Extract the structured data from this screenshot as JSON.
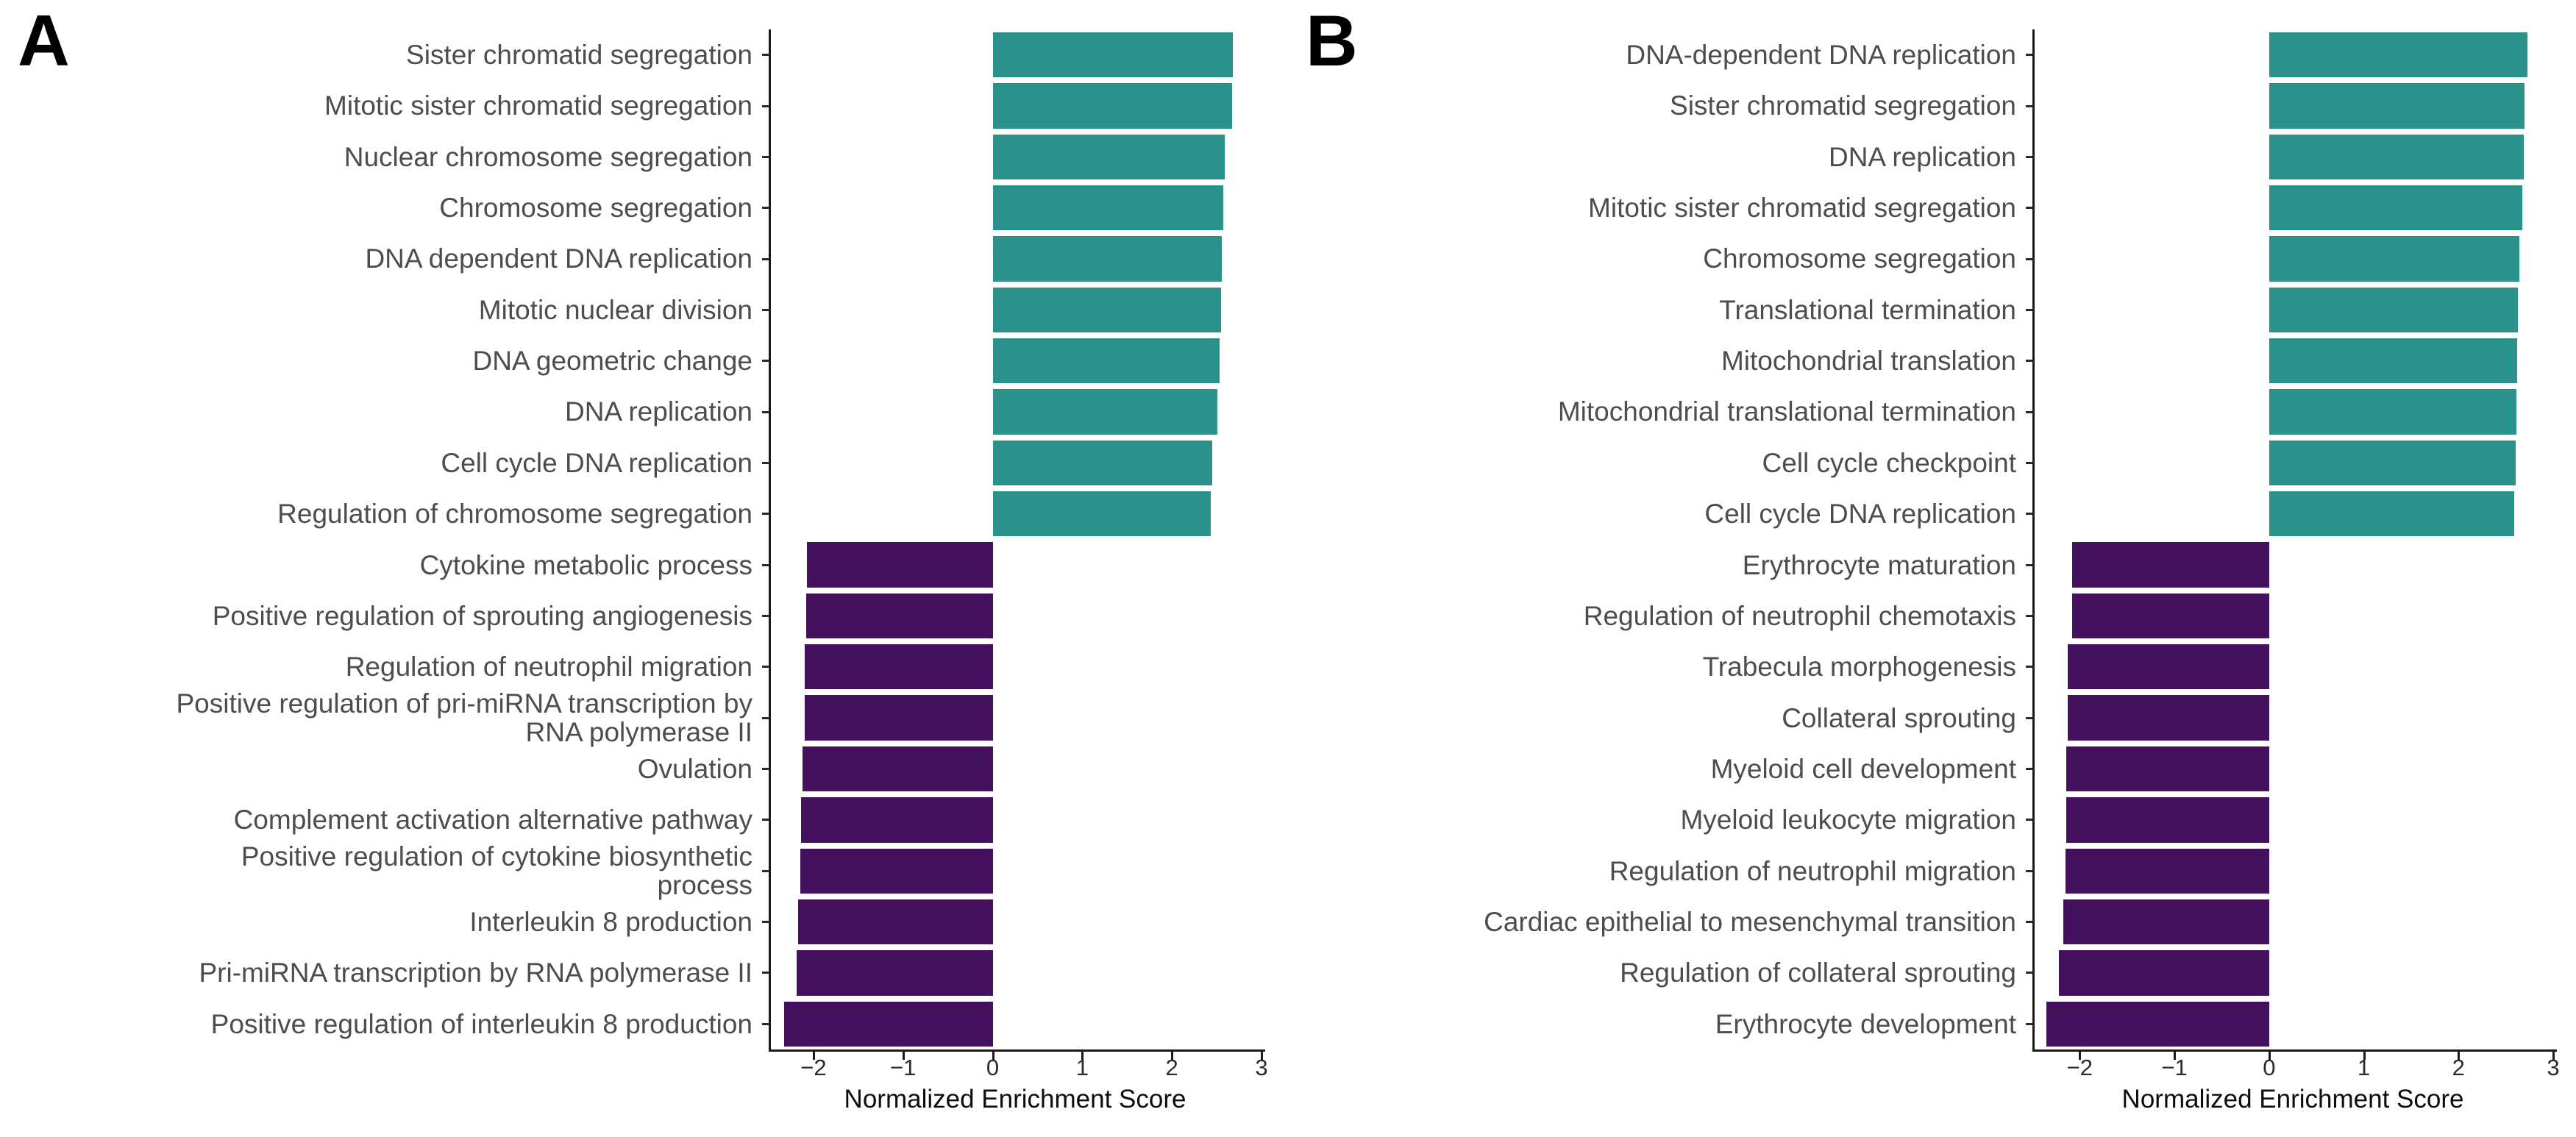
{
  "figure": {
    "background": "#ffffff",
    "axis_color": "#1a1a1a",
    "label_text_color": "#4d4d4d",
    "tick_text_color": "#2b2b2b",
    "positive_bar_color": "#2A928B",
    "negative_bar_color": "#45115F",
    "xtick_labels": [
      "−2",
      "−1",
      "0",
      "1",
      "2",
      "3"
    ]
  },
  "chart_data": [
    {
      "type": "bar",
      "orientation": "horizontal",
      "title": "A",
      "xlabel": "Normalized Enrichment Score",
      "xlim": [
        -2.5,
        3
      ],
      "xticks": [
        -2,
        -1,
        0,
        1,
        2,
        3
      ],
      "grid": false,
      "legend": "none",
      "positive_color": "#2A928B",
      "negative_color": "#45115F",
      "categories": [
        "Sister chromatid segregation",
        "Mitotic sister chromatid segregation",
        "Nuclear chromosome segregation",
        "Chromosome segregation",
        "DNA dependent DNA replication",
        "Mitotic nuclear division",
        "DNA geometric change",
        "DNA replication",
        "Cell cycle DNA replication",
        "Regulation of chromosome segregation",
        "Cytokine metabolic process",
        "Positive regulation of sprouting angiogenesis",
        "Regulation of neutrophil migration",
        "Positive regulation of pri-miRNA transcription by\nRNA polymerase II",
        "Ovulation",
        "Complement activation alternative pathway",
        "Positive regulation of cytokine biosynthetic\nprocess",
        "Interleukin 8 production",
        "Pri-miRNA transcription by RNA polymerase II",
        "Positive regulation of interleukin 8 production"
      ],
      "values": [
        2.68,
        2.67,
        2.59,
        2.57,
        2.56,
        2.55,
        2.53,
        2.51,
        2.45,
        2.43,
        -2.07,
        -2.08,
        -2.1,
        -2.1,
        -2.12,
        -2.14,
        -2.15,
        -2.17,
        -2.19,
        -2.33
      ]
    },
    {
      "type": "bar",
      "orientation": "horizontal",
      "title": "B",
      "xlabel": "Normalized Enrichment Score",
      "xlim": [
        -2.5,
        3
      ],
      "xticks": [
        -2,
        -1,
        0,
        1,
        2,
        3
      ],
      "grid": false,
      "legend": "none",
      "positive_color": "#2A928B",
      "negative_color": "#45115F",
      "categories": [
        "DNA-dependent DNA replication",
        "Sister chromatid segregation",
        "DNA replication",
        "Mitotic sister chromatid segregation",
        "Chromosome segregation",
        "Translational termination",
        "Mitochondrial translation",
        "Mitochondrial translational termination",
        "Cell cycle checkpoint",
        "Cell cycle DNA replication",
        "Erythrocyte maturation",
        "Regulation of neutrophil chemotaxis",
        "Trabecula morphogenesis",
        "Collateral sprouting",
        "Myeloid cell development",
        "Myeloid leukocyte migration",
        "Regulation of neutrophil migration",
        "Cardiac epithelial to mesenchymal transition",
        "Regulation of collateral sprouting",
        "Erythrocyte development"
      ],
      "values": [
        2.73,
        2.7,
        2.69,
        2.67,
        2.64,
        2.63,
        2.62,
        2.61,
        2.6,
        2.59,
        -2.08,
        -2.08,
        -2.13,
        -2.13,
        -2.14,
        -2.14,
        -2.15,
        -2.17,
        -2.22,
        -2.35
      ]
    }
  ]
}
